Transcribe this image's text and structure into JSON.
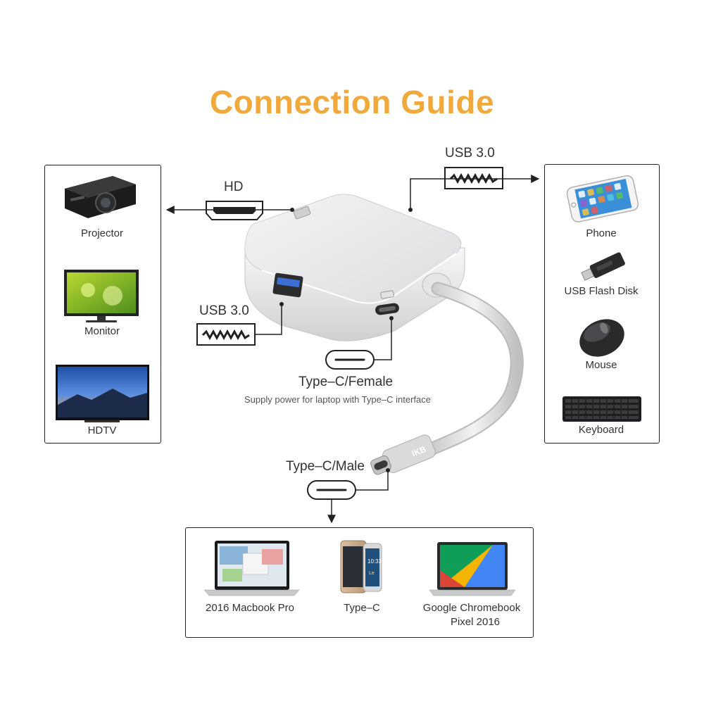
{
  "title": "Connection Guide",
  "colors": {
    "title": "#f2a93b",
    "line": "#222222",
    "device_body": "#e8e9ea"
  },
  "ports": {
    "hd": "HD",
    "usb_top": "USB 3.0",
    "usb_left": "USB 3.0",
    "typec_female": "Type–C/Female",
    "typec_female_desc": "Supply power for laptop with Type–C interface",
    "typec_male": "Type–C/Male"
  },
  "left_devices": [
    {
      "label": "Projector",
      "icon": "projector-icon"
    },
    {
      "label": "Monitor",
      "icon": "monitor-icon"
    },
    {
      "label": "HDTV",
      "icon": "hdtv-icon"
    }
  ],
  "right_devices": [
    {
      "label": "Phone",
      "icon": "phone-icon"
    },
    {
      "label": "USB Flash Disk",
      "icon": "usb-flash-disk-icon"
    },
    {
      "label": "Mouse",
      "icon": "mouse-icon"
    },
    {
      "label": "Keyboard",
      "icon": "keyboard-icon"
    }
  ],
  "bottom_devices": [
    {
      "label": "2016 Macbook Pro",
      "icon": "macbook-icon"
    },
    {
      "label": "Type–C",
      "icon": "typec-phone-icon"
    },
    {
      "label": "Google Chromebook",
      "label2": "Pixel 2016",
      "icon": "chromebook-icon"
    }
  ]
}
